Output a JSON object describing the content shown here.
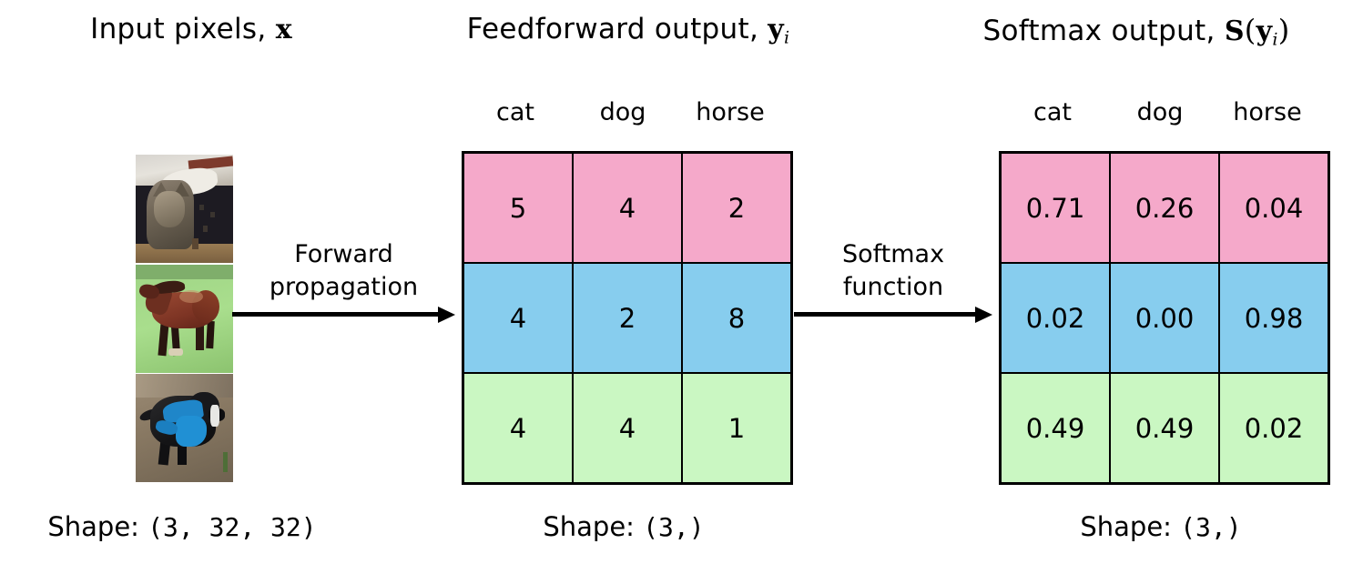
{
  "figure": {
    "caption_prefix": "Shape:",
    "colors": {
      "row_pink": "#f5a9ca",
      "row_blue": "#87cdee",
      "row_green": "#caf7c2",
      "border": "#000000",
      "background": "#ffffff"
    }
  },
  "columns": {
    "input": {
      "title_text": "Input pixels, ",
      "title_symbol": "x",
      "shape_label": "Shape:",
      "shape_value": "(3, 32, 32)",
      "thumbnails": [
        {
          "name": "cat-thumbnail",
          "alt": "tabby cat photo"
        },
        {
          "name": "horse-thumbnail",
          "alt": "brown horse on grass photo"
        },
        {
          "name": "dog-thumbnail",
          "alt": "black dog wearing blue jacket photo"
        }
      ]
    },
    "feedforward": {
      "title_text": "Feedforward output, ",
      "title_symbol": "y",
      "title_subscript": "i",
      "shape_label": "Shape:",
      "shape_value": "(3,)"
    },
    "softmax": {
      "title_text": "Softmax output, ",
      "title_symbol_s": "S",
      "title_paren_open": "(",
      "title_symbol_y": "y",
      "title_subscript": "i",
      "title_paren_close": ")",
      "shape_label": "Shape:",
      "shape_value": "(3,)"
    }
  },
  "class_headers": [
    "cat",
    "dog",
    "horse"
  ],
  "arrows": {
    "forward": {
      "line1": "Forward",
      "line2": "propagation"
    },
    "softmax": {
      "line1": "Softmax",
      "line2": "function"
    }
  },
  "chart_data": {
    "type": "table",
    "title": "Softmax transformation of feedforward logits",
    "columns": [
      "cat",
      "dog",
      "horse"
    ],
    "row_colors": [
      "#f5a9ca",
      "#87cdee",
      "#caf7c2"
    ],
    "tables": [
      {
        "name": "feedforward-output",
        "title": "Feedforward output, y_i",
        "shape": "(3,)",
        "rows": [
          {
            "row_label": "cat-sample",
            "values": [
              "5",
              "4",
              "2"
            ]
          },
          {
            "row_label": "horse-sample",
            "values": [
              "4",
              "2",
              "8"
            ]
          },
          {
            "row_label": "dog-sample",
            "values": [
              "4",
              "4",
              "1"
            ]
          }
        ]
      },
      {
        "name": "softmax-output",
        "title": "Softmax output, S(y_i)",
        "shape": "(3,)",
        "rows": [
          {
            "row_label": "cat-sample",
            "values": [
              "0.71",
              "0.26",
              "0.04"
            ]
          },
          {
            "row_label": "horse-sample",
            "values": [
              "0.02",
              "0.00",
              "0.98"
            ]
          },
          {
            "row_label": "dog-sample",
            "values": [
              "0.49",
              "0.49",
              "0.02"
            ]
          }
        ]
      }
    ]
  }
}
